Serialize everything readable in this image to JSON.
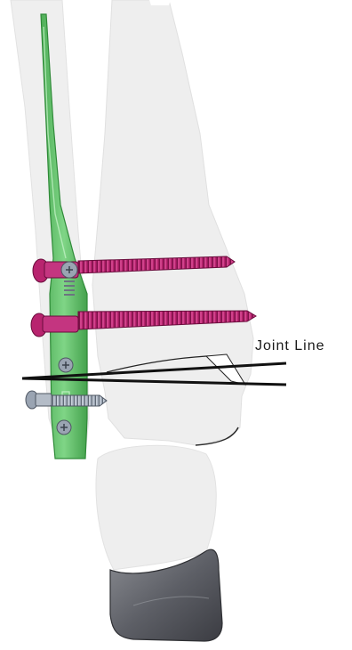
{
  "annotations": {
    "joint_line": "Joint Line"
  },
  "colors": {
    "bone": "#eeeeee",
    "bone_outline": "#dcdcdc",
    "plate": "#62c06a",
    "plate_dark": "#3d9a46",
    "locking_screw": "#b8246f",
    "locking_screw_dark": "#7e1149",
    "cortical_screw": "#9aa4b2",
    "talus": "#6f7178",
    "joint_line": "#111111"
  },
  "components": {
    "plate": "bone-plate",
    "locking_screws": [
      "locking-screw",
      "locking-screw"
    ],
    "cortical_screw": "cortical-screw",
    "plate_screw_heads": [
      "screw-head",
      "screw-head",
      "screw-head",
      "screw-head"
    ]
  }
}
